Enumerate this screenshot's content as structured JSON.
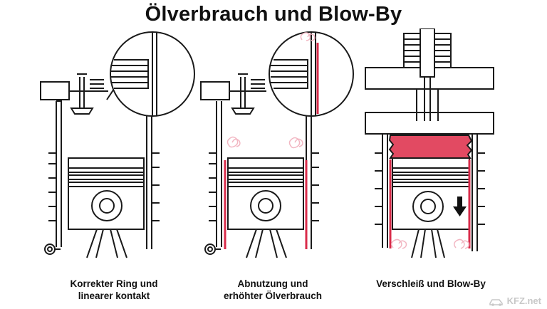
{
  "title": "Ölverbrauch und Blow-By",
  "panels": [
    {
      "caption_line1": "Korrekter Ring und",
      "caption_line2": "linearer kontakt"
    },
    {
      "caption_line1": "Abnutzung und",
      "caption_line2": "erhöhter Ölverbrauch"
    },
    {
      "caption_line1": "Verschleiß und Blow-By",
      "caption_line2": ""
    }
  ],
  "watermark": {
    "text": "KFZ.net"
  },
  "colors": {
    "line": "#1a1a1a",
    "leak": "#d92b4a",
    "leak_fill": "#e24a62",
    "smoke": "#f2b6c2",
    "watermark": "#c8c8c8"
  },
  "icons": [
    "magnifier-detail-circle",
    "down-arrow-icon",
    "car-logo-icon"
  ]
}
